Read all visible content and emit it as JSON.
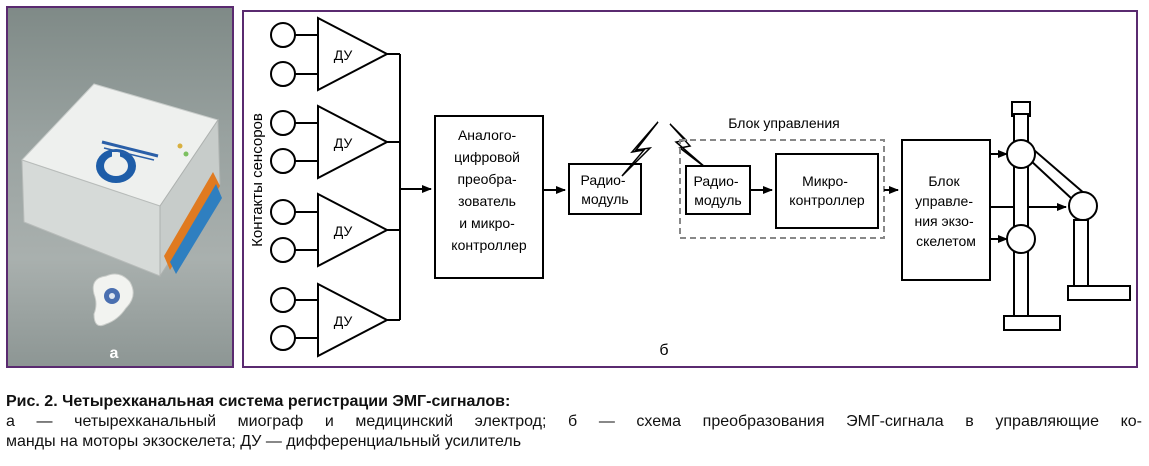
{
  "panel_a": {
    "label": "а"
  },
  "panel_b": {
    "label": "б",
    "sensor_contacts_label": "Контакты сенсоров",
    "amplifier_label": "ДУ",
    "adc_label_lines": [
      "Аналого-",
      "цифровой",
      "преобра-",
      "зователь",
      "и микро-",
      "контроллер"
    ],
    "radio1_label_lines": [
      "Радио-",
      "модуль"
    ],
    "control_unit_title": "Блок управления",
    "radio2_label_lines": [
      "Радио-",
      "модуль"
    ],
    "mcu_label_lines": [
      "Микро-",
      "контроллер"
    ],
    "exo_control_label_lines": [
      "Блок",
      "управле-",
      "ния экзо-",
      "скелетом"
    ]
  },
  "caption": {
    "title": "Рис. 2. Четырехканальная система регистрации ЭМГ-сигналов:",
    "line1": "а — четырехканальный миограф и медицинский электрод; б — схема преобразования ЭМГ-сигнала в управляющие ко-",
    "line2": "манды на моторы экзоскелета; ДУ — дифференциальный усилитель"
  },
  "colors": {
    "frame": "#5a2a70",
    "line": "#000000",
    "dashed_box": "#888888"
  }
}
